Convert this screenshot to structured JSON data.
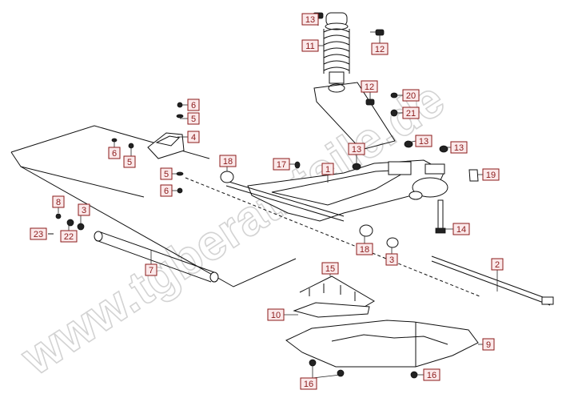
{
  "watermark": "www.tgberatzteile.de",
  "callouts": [
    {
      "id": "c13a",
      "text": "13"
    },
    {
      "id": "c11",
      "text": "11"
    },
    {
      "id": "c12a",
      "text": "12"
    },
    {
      "id": "c12b",
      "text": "12"
    },
    {
      "id": "c20",
      "text": "20"
    },
    {
      "id": "c21",
      "text": "21"
    },
    {
      "id": "c6a",
      "text": "6"
    },
    {
      "id": "c5a",
      "text": "5"
    },
    {
      "id": "c4",
      "text": "4"
    },
    {
      "id": "c6b",
      "text": "6"
    },
    {
      "id": "c5b",
      "text": "5"
    },
    {
      "id": "c13b",
      "text": "13"
    },
    {
      "id": "c13c",
      "text": "13"
    },
    {
      "id": "c13d",
      "text": "13"
    },
    {
      "id": "c17",
      "text": "17"
    },
    {
      "id": "c1",
      "text": "1"
    },
    {
      "id": "c18a",
      "text": "18"
    },
    {
      "id": "c19",
      "text": "19"
    },
    {
      "id": "c5c",
      "text": "5"
    },
    {
      "id": "c6c",
      "text": "6"
    },
    {
      "id": "c8",
      "text": "8"
    },
    {
      "id": "c3a",
      "text": "3"
    },
    {
      "id": "c23",
      "text": "23"
    },
    {
      "id": "c22",
      "text": "22"
    },
    {
      "id": "c14",
      "text": "14"
    },
    {
      "id": "c18b",
      "text": "18"
    },
    {
      "id": "c3b",
      "text": "3"
    },
    {
      "id": "c7",
      "text": "7"
    },
    {
      "id": "c2",
      "text": "2"
    },
    {
      "id": "c15",
      "text": "15"
    },
    {
      "id": "c10",
      "text": "10"
    },
    {
      "id": "c9",
      "text": "9"
    },
    {
      "id": "c16a",
      "text": "16"
    },
    {
      "id": "c16b",
      "text": "16"
    }
  ]
}
